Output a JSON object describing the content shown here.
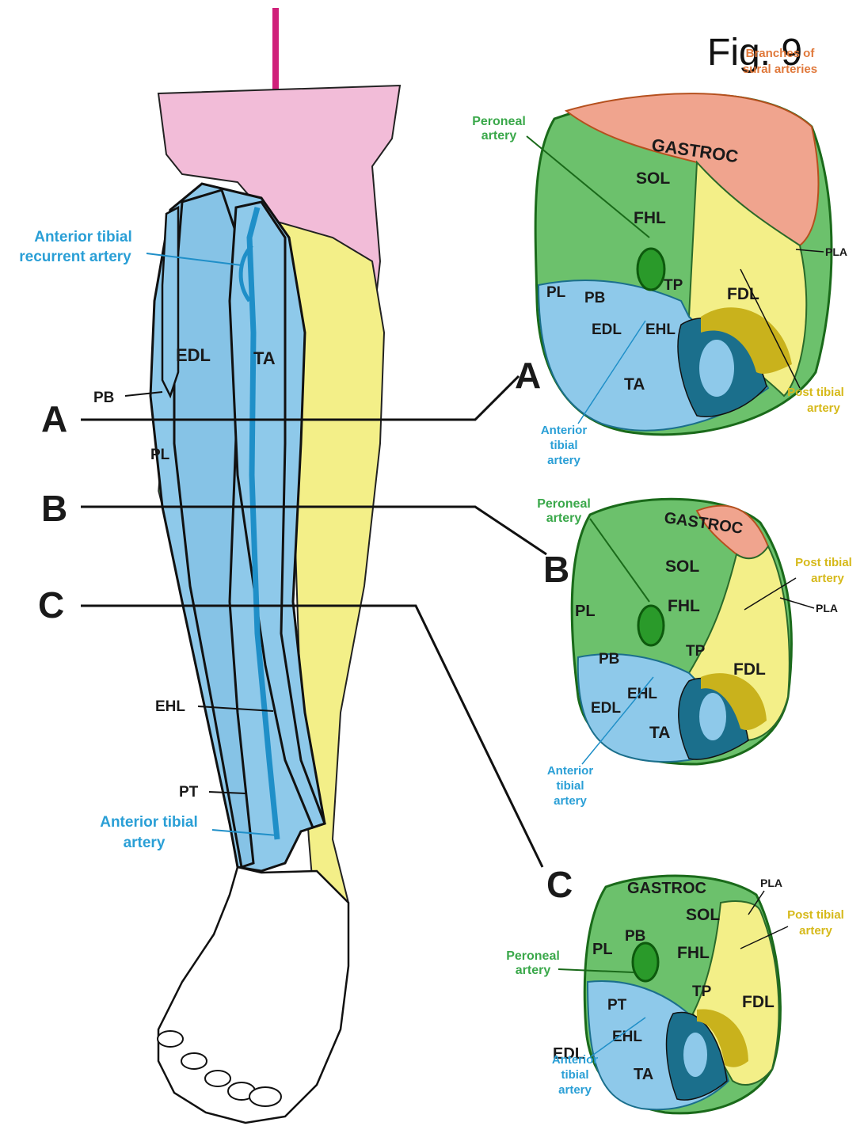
{
  "figure_label": "Fig. 9",
  "colors": {
    "muscle_blue": "#8ec9ea",
    "artery_blue": "#1f8fc8",
    "green": "#5cb85c",
    "yellow": "#f3ef88",
    "pink": "#f2bcd8",
    "salmon": "#f0a48e",
    "olive": "#c9b21c",
    "bone_dark": "#1b6f8c"
  },
  "leg": {
    "labels": {
      "ant_tib_recurrent_1": "Anterior tibial",
      "ant_tib_recurrent_2": "recurrent artery",
      "edl": "EDL",
      "ta": "TA",
      "pb": "PB",
      "pl": "PL",
      "ehl": "EHL",
      "pt": "PT",
      "ant_tib_1": "Anterior tibial",
      "ant_tib_2": "artery"
    }
  },
  "levels": {
    "a": "A",
    "b": "B",
    "c": "C"
  },
  "section_a": {
    "letter": "A",
    "branches_1": "Branches of",
    "branches_2": "sural arteries",
    "peroneal_1": "Peroneal",
    "peroneal_2": "artery",
    "gastroc": "GASTROC",
    "sol": "SOL",
    "fhl": "FHL",
    "pl": "PL",
    "pb": "PB",
    "tp": "TP",
    "fdl": "FDL",
    "edl": "EDL",
    "ehl": "EHL",
    "ta": "TA",
    "pla": "PLA",
    "post_tib_1": "Post tibial",
    "post_tib_2": "artery",
    "ant_tib_1": "Anterior",
    "ant_tib_2": "tibial",
    "ant_tib_3": "artery"
  },
  "section_b": {
    "letter": "B",
    "peroneal_1": "Peroneal",
    "peroneal_2": "artery",
    "gastroc": "GASTROC",
    "sol": "SOL",
    "fhl": "FHL",
    "pl": "PL",
    "pb": "PB",
    "tp": "TP",
    "fdl": "FDL",
    "edl": "EDL",
    "ehl": "EHL",
    "ta": "TA",
    "pla": "PLA",
    "post_tib_1": "Post tibial",
    "post_tib_2": "artery",
    "ant_tib_1": "Anterior",
    "ant_tib_2": "tibial",
    "ant_tib_3": "artery"
  },
  "section_c": {
    "letter": "C",
    "peroneal_1": "Peroneal",
    "peroneal_2": "artery",
    "gastroc": "GASTROC",
    "sol": "SOL",
    "fhl": "FHL",
    "pl": "PL",
    "pb": "PB",
    "tp": "TP",
    "fdl": "FDL",
    "pt": "PT",
    "ehl": "EHL",
    "edl": "EDL",
    "ta": "TA",
    "pla": "PLA",
    "post_tib_1": "Post tibial",
    "post_tib_2": "artery",
    "ant_tib_1": "Anterior",
    "ant_tib_2": "tibial",
    "ant_tib_3": "artery"
  }
}
